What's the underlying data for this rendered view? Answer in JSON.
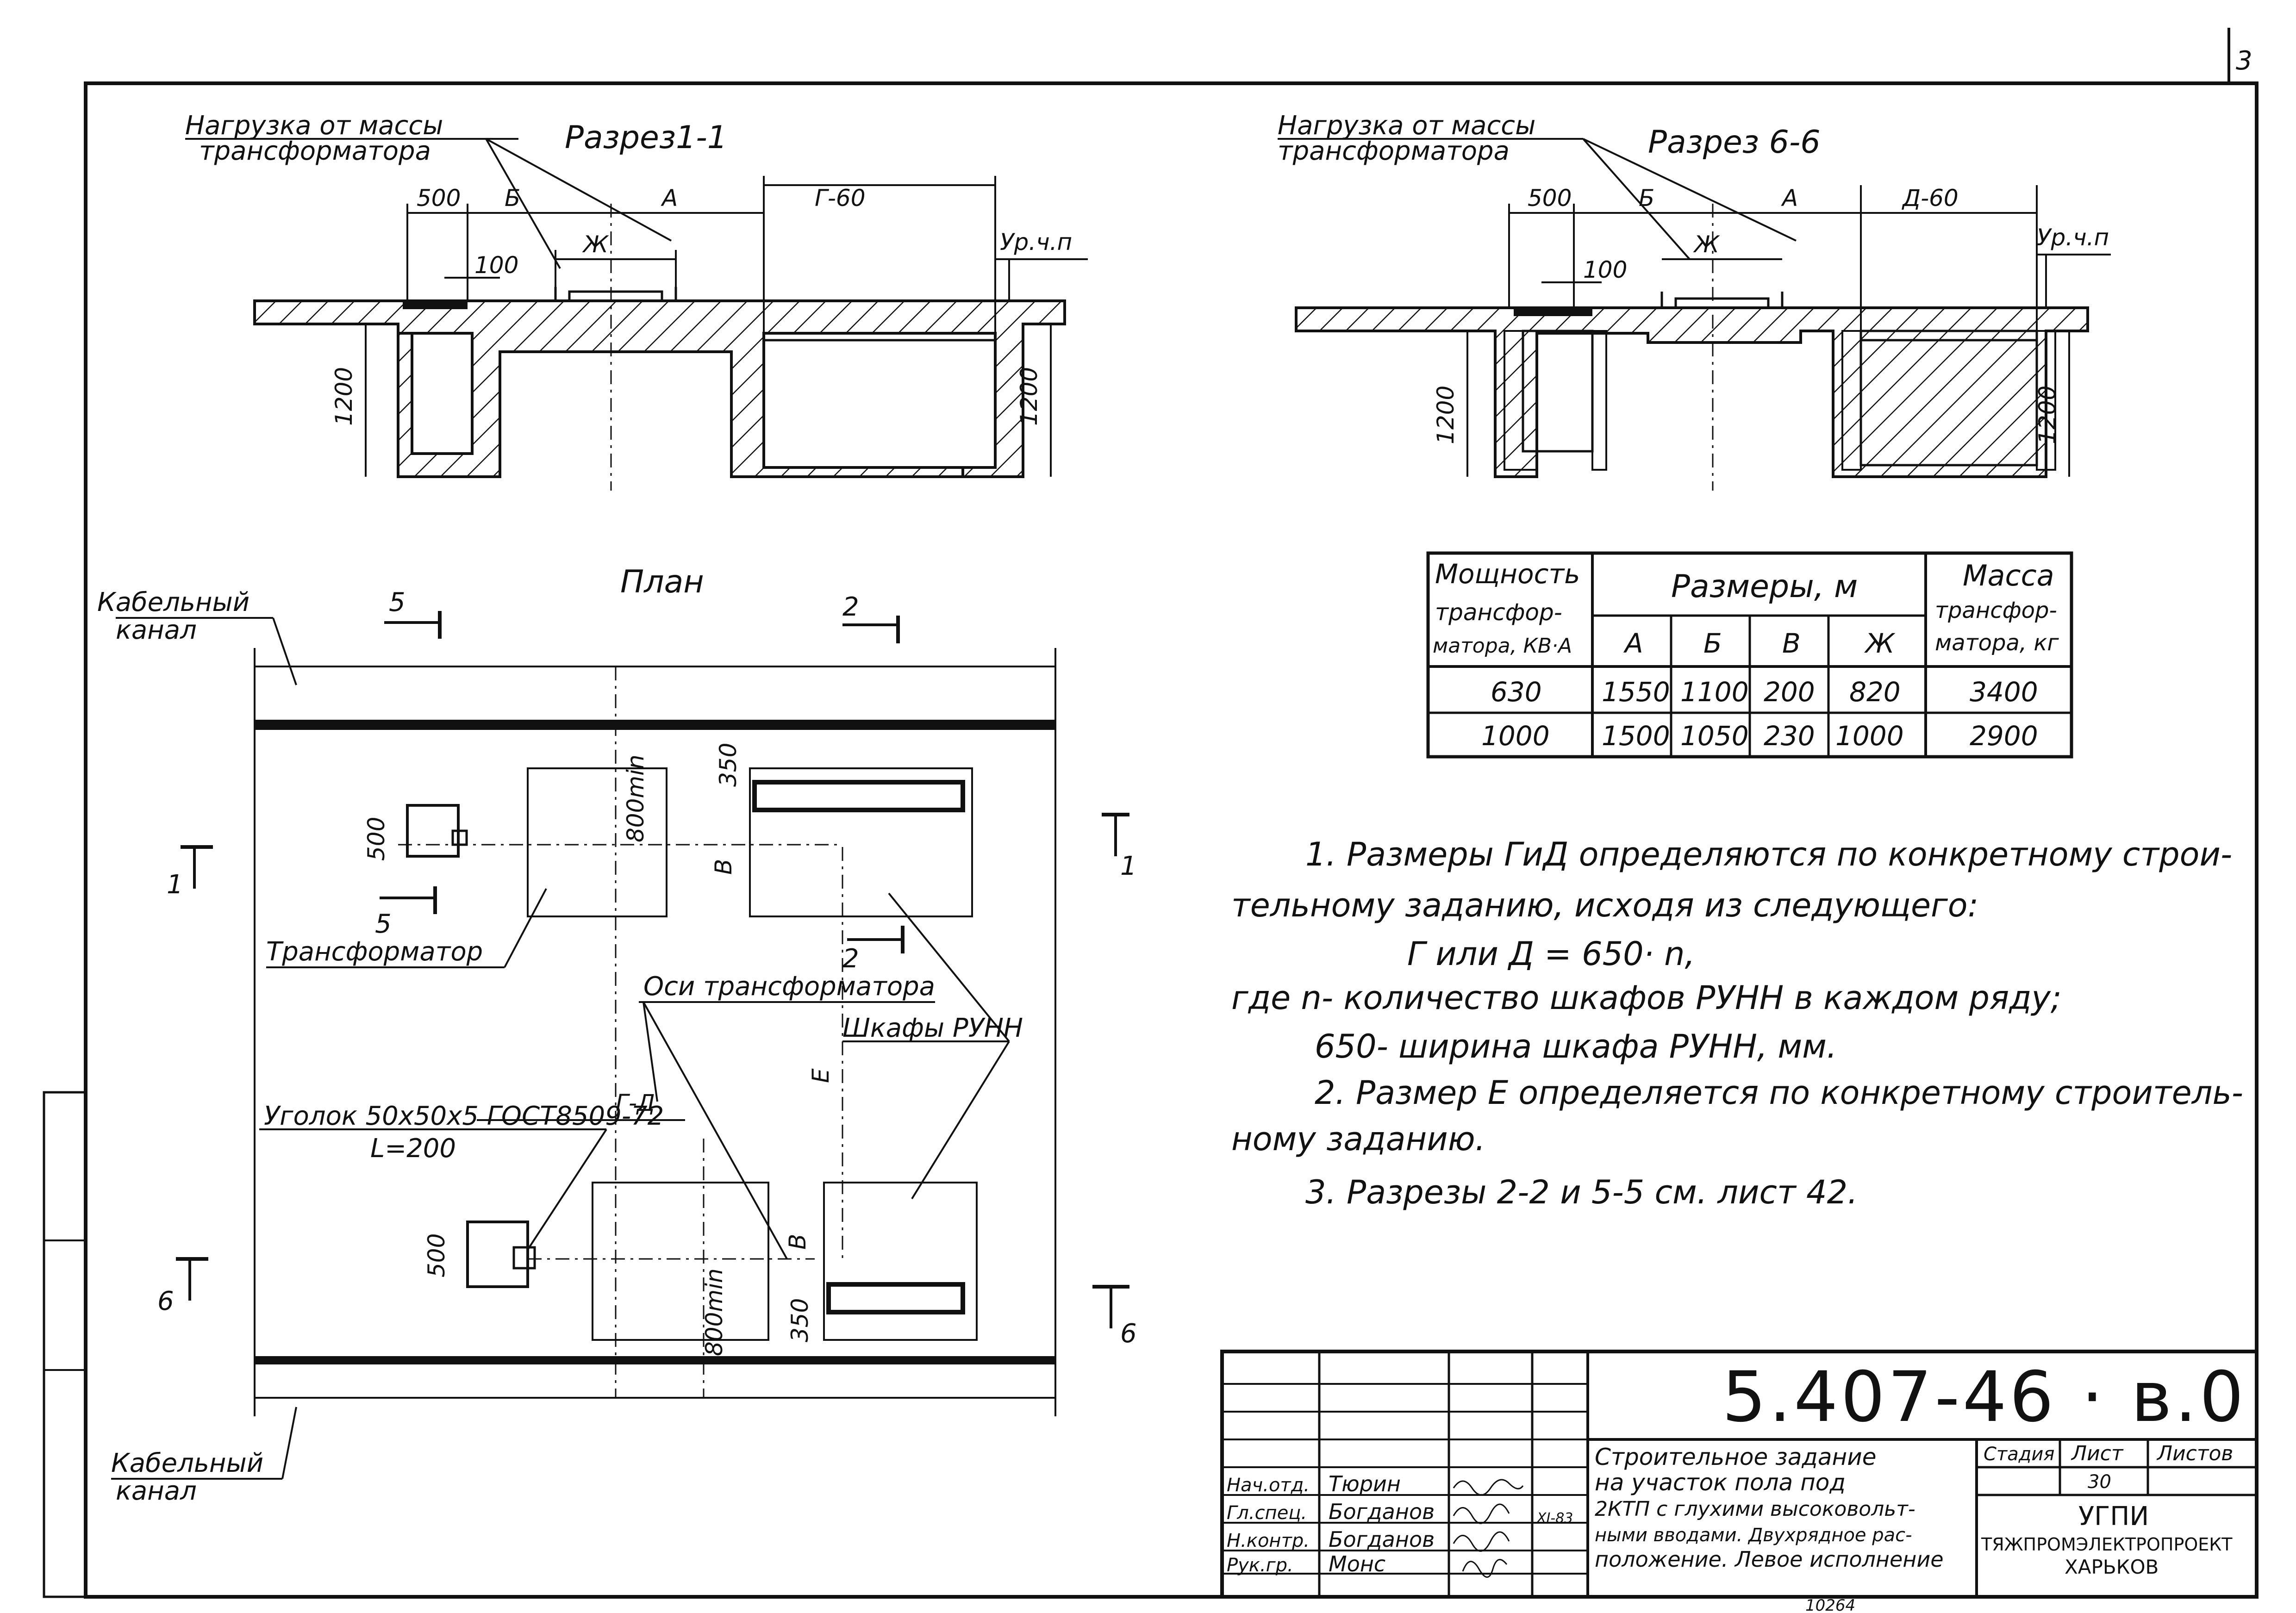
{
  "sheet_corner_number": "3",
  "section_1": {
    "title": "Разрез1-1",
    "load_label_line1": "Нагрузка от массы",
    "load_label_line2": "трансформатора",
    "dim_500": "500",
    "dim_b": "Б",
    "dim_a": "А",
    "dim_g60": "Г-60",
    "dim_zh": "Ж",
    "dim_100": "100",
    "dim_1200_left": "1200",
    "dim_1200_right": "1200",
    "floor_level": "Ур.ч.п"
  },
  "section_6": {
    "title": "Разрез 6-6",
    "load_label_line1": "Нагрузка от массы",
    "load_label_line2": "трансформатора",
    "dim_500": "500",
    "dim_b": "Б",
    "dim_a": "А",
    "dim_d60": "Д-60",
    "dim_zh": "Ж",
    "dim_100": "100",
    "dim_1200_left": "1200",
    "dim_1200_right": "1200",
    "floor_level": "Ур.ч.п"
  },
  "plan": {
    "title": "План",
    "cable_channel_top_1": "Кабельный",
    "cable_channel_top_2": "канал",
    "cable_channel_bottom_1": "Кабельный",
    "cable_channel_bottom_2": "канал",
    "cut_5_top": "5",
    "cut_2_top": "2",
    "cut_1_left": "1",
    "cut_1_right": "1",
    "cut_5_mid": "5",
    "cut_2_mid": "2",
    "cut_6_left": "6",
    "cut_6_right": "6",
    "dim_350_top": "350",
    "dim_500_top": "500",
    "dim_800_top": "800min",
    "dim_v_top": "В",
    "dim_e": "Е",
    "dim_v_bottom": "В",
    "dim_500_bottom": "500",
    "dim_800_bottom": "800min",
    "dim_350_bottom": "350",
    "dim_gd": "Г-Д",
    "label_transformer": "Трансформатор",
    "label_axes": "Оси трансформатора",
    "label_cabinets": "Шкафы РУНН",
    "label_angle_1": "Уголок 50x50x5 ГОСТ8509-72",
    "label_angle_2": "L=200"
  },
  "table": {
    "col_power_1": "Мощность",
    "col_power_2": "трансфор-",
    "col_power_3": "матора, КВ·А",
    "col_sizes": "Размеры, м",
    "col_a": "А",
    "col_b": "Б",
    "col_v": "В",
    "col_zh": "Ж",
    "col_mass_1": "Масса",
    "col_mass_2": "трансфор-",
    "col_mass_3": "матора, кг",
    "rows": [
      {
        "power": "630",
        "a": "1550",
        "b": "1100",
        "v": "200",
        "zh": "820",
        "mass": "3400"
      },
      {
        "power": "1000",
        "a": "1500",
        "b": "1050",
        "v": "230",
        "zh": "1000",
        "mass": "2900"
      }
    ]
  },
  "notes": {
    "n1_l1": "1. Размеры ГиД определяются по конкретному строи-",
    "n1_l2": "тельному заданию, исходя из следующего:",
    "n1_l3": "Г или Д = 650· n,",
    "n1_l4": "где  n- количество  шкафов РУНН в каждом ряду;",
    "n1_l5": "650- ширина  шкафа РУНН, мм.",
    "n2_l1": "2. Размер Е определяется по конкретному строитель-",
    "n2_l2": "ному заданию.",
    "n3_l1": "3. Разрезы 2-2 и 5-5  см. лист 42."
  },
  "stamp": {
    "code": "5.407-46 · в.0",
    "title_l1": "Строительное задание",
    "title_l2": "на участок пола под",
    "title_l3": "2КТП с глухими высоковольт-",
    "title_l4": "ными вводами. Двухрядное рас-",
    "title_l5": "положение. Левое исполнение",
    "col_stage": "Стадия",
    "col_sheet": "Лист",
    "col_sheets": "Листов",
    "sheet_no": "30",
    "org_1": "УГПИ",
    "org_2": "ТЯЖПРОМЭЛЕКТРОПРОЕКТ",
    "org_3": "ХАРЬКОВ",
    "role_1": "Нач.отд.",
    "name_1": "Тюрин",
    "role_2": "Гл.спец.",
    "name_2": "Богданов",
    "role_3": "Н.контр.",
    "name_3": "Богданов",
    "role_4": "Рук.гр.",
    "name_4": "Монс",
    "date": "XI-83",
    "bottom_num": "10264"
  }
}
